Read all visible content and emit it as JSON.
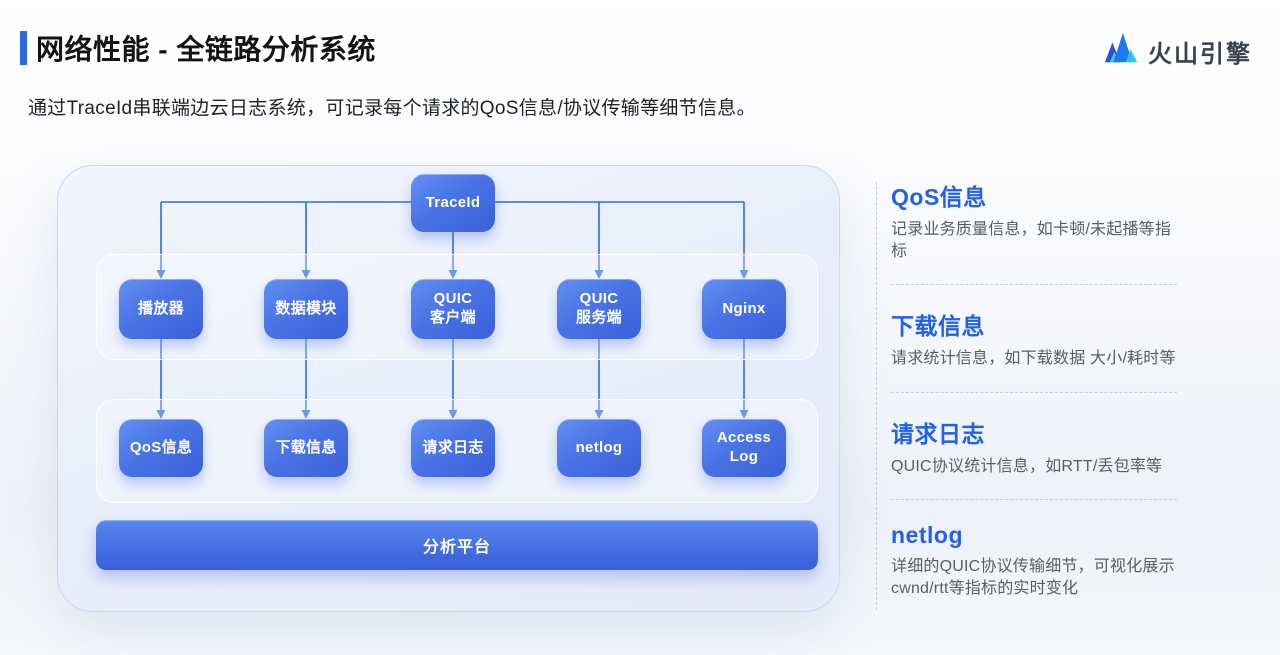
{
  "slide": {
    "title": "网络性能 - 全链路分析系统",
    "subtitle": "通过TraceId串联端边云日志系统，可记录每个请求的QoS信息/协议传输等细节信息。"
  },
  "brand": {
    "name": "火山引擎",
    "icon": "mountains-icon"
  },
  "diagram": {
    "root_label": "TraceId",
    "sources": [
      "播放器",
      "数据模块",
      "QUIC\n客户端",
      "QUIC\n服务端",
      "Nginx"
    ],
    "logs": [
      "QoS信息",
      "下载信息",
      "请求日志",
      "netlog",
      "Access\nLog"
    ],
    "platform_label": "分析平台"
  },
  "legend": {
    "sections": [
      {
        "title": "QoS信息",
        "desc": "记录业务质量信息，如卡顿/未起播等指标"
      },
      {
        "title": "下载信息",
        "desc": "请求统计信息，如下载数据 大小/耗时等"
      },
      {
        "title": "请求日志",
        "desc": "QUIC协议统计信息，如RTT/丢包率等"
      },
      {
        "title": "netlog",
        "desc": "详细的QUIC协议传输细节，可视化展示cwnd/rtt等指标的实时变化"
      }
    ]
  },
  "colors": {
    "accent_blue": "#2a6ae6",
    "node_gradient_start": "#6190f2",
    "node_gradient_end": "#3a60da",
    "connector_blue": "#2e6ce2",
    "legend_title_blue": "#1f61e8"
  }
}
